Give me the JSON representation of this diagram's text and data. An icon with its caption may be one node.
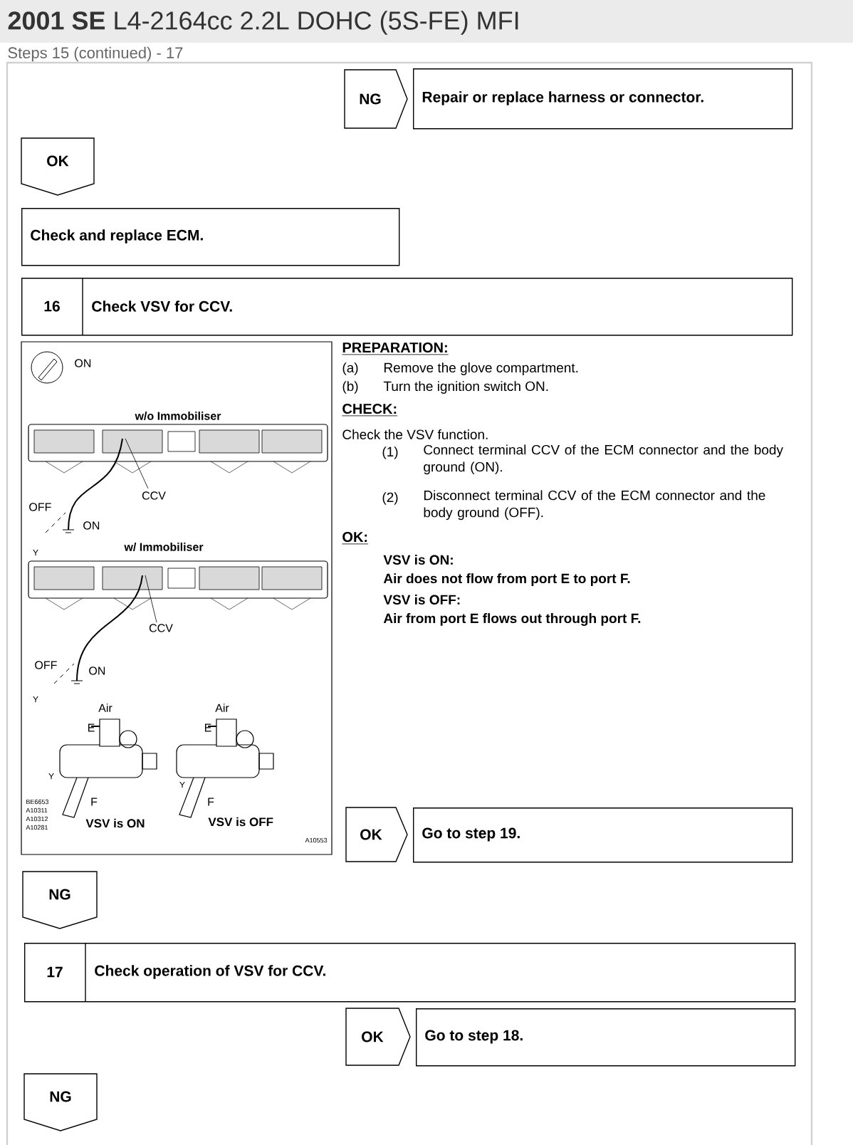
{
  "diagram": {
    "title": "**2001 SE** L4-2164cc 2.2L DOHC (5S-FE) MFI",
    "nodes": [
      {
        "text": [
          "NG"
        ]
      },
      {
        "text": [
          "Repair or replace harness or connector."
        ]
      },
      {
        "text": [
          "OK"
        ]
      },
      {
        "text": [
          "Check and replace ECM."
        ]
      },
      {
        "text": [
          "16",
          "Check VSV for CCV."
        ]
      },
      {
        "text": [
          "OK"
        ]
      },
      {
        "text": [
          "Go to step 19."
        ]
      },
      {
        "text": [
          "NG"
        ]
      },
      {
        "text": [
          "17",
          "Check operation of VSV for CCV."
        ]
      },
      {
        "text": [
          "OK"
        ]
      },
      {
        "text": [
          "Go to step 18."
        ]
      },
      {
        "text": [
          "NG"
        ]
      }
    ],
    "labels": [
      "Steps 15 (continued) - 17",
      "ON",
      "w/o Immobiliser",
      "CCV",
      "OFF",
      "ON",
      "Y",
      "w/ Immobiliser",
      "CCV",
      "OFF",
      "ON",
      "Y",
      "Air",
      "E",
      "Air",
      "E",
      "Y",
      "F",
      "F",
      "Y",
      "BE6653",
      "A10311",
      "A10312",
      "A10281",
      "VSV is ON",
      "VSV is OFF",
      "A10553",
      "PREPARATION:",
      "(a)",
      "Remove the glove compartment.",
      "(b)",
      "Turn the ignition switch ON.",
      "CHECK:",
      "Check the VSV function.",
      "(1)",
      "Connect terminal CCV of the ECM connector and the body ground (ON).",
      "(2)",
      "Disconnect terminal CCV of the ECM connector and the body ground (OFF).",
      "OK:",
      "VSV is ON:",
      "Air does not flow from port E to port F.",
      "VSV is OFF:",
      "Air from port E flows out through port F."
    ]
  }
}
